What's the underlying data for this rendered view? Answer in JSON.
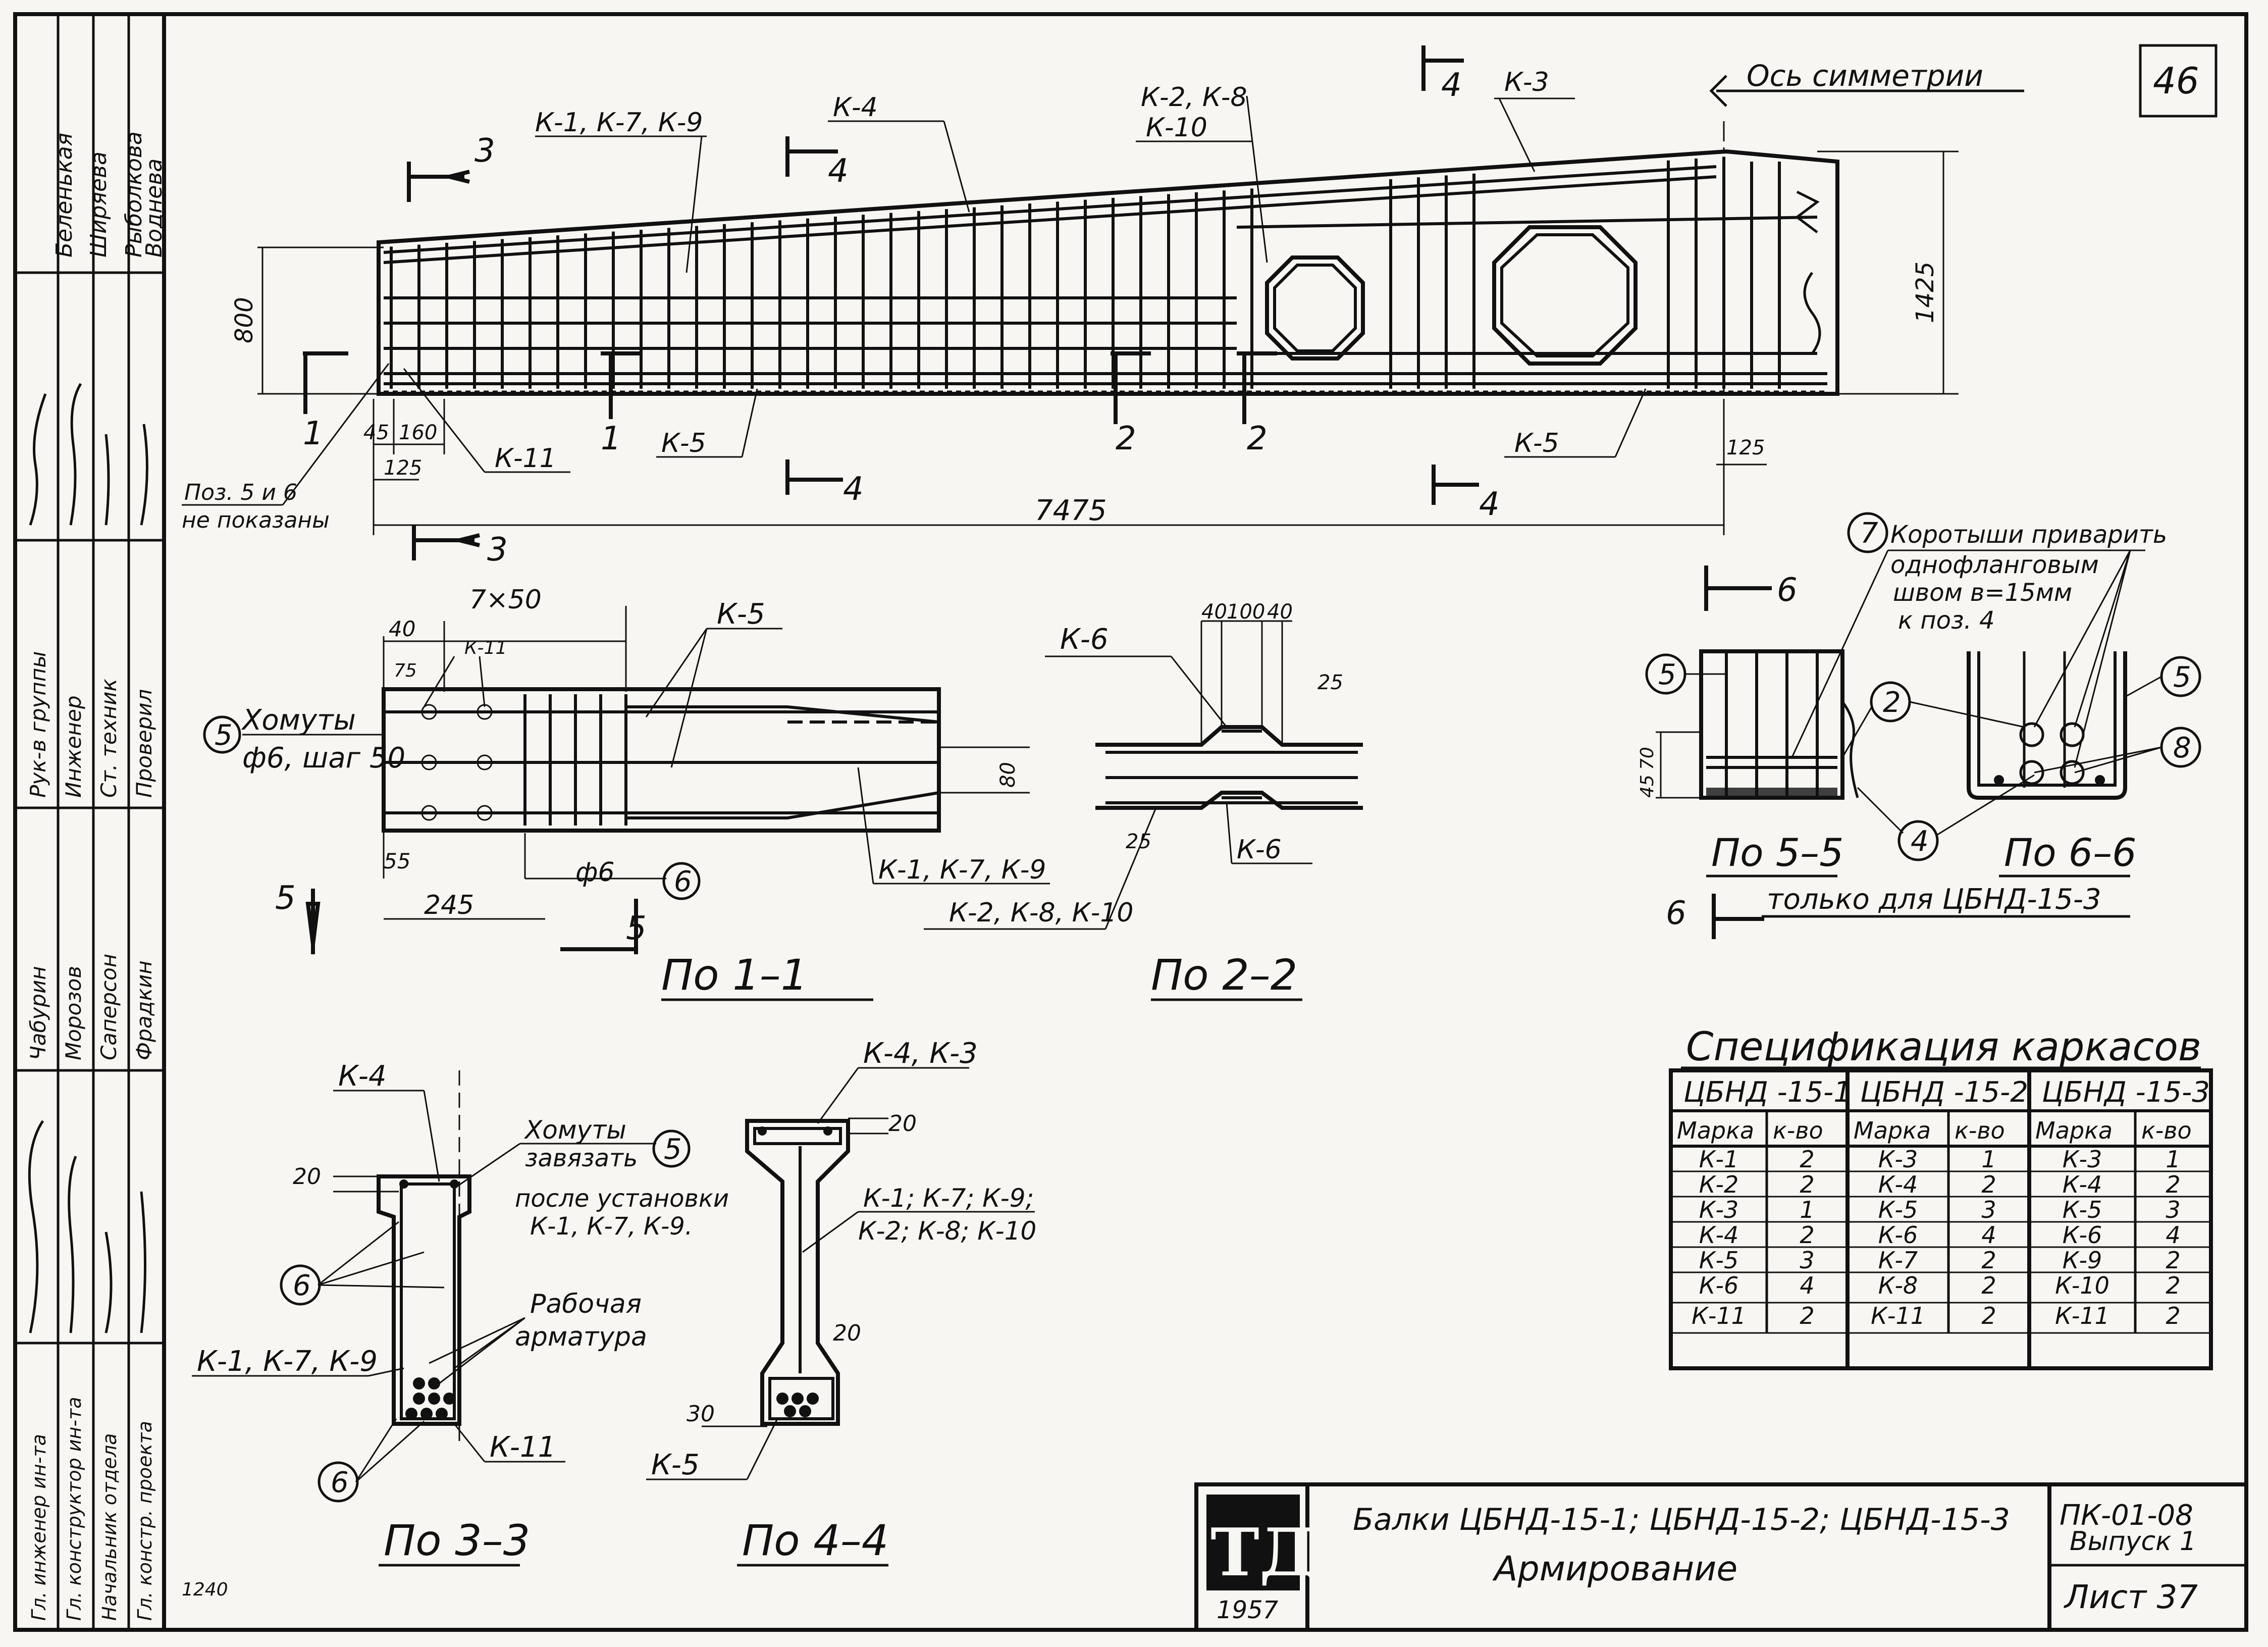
{
  "sheet_number": "46",
  "stamp": {
    "rows": [
      {
        "role": "Гл. инженер ин-та",
        "name": "Беленькая"
      },
      {
        "role": "Гл. конструктор ин-та",
        "name": "Ширяева"
      },
      {
        "role": "Начальник отдела",
        "name": "Рыболкова"
      },
      {
        "role": "Гл. констр. проекта",
        "name": "Воднева"
      }
    ],
    "rows2": [
      {
        "role": "Рук-в группы",
        "name": "Чабурин"
      },
      {
        "role": "Инженер",
        "name": "Морозов"
      },
      {
        "role": "Ст. техник",
        "name": "Саперсон"
      },
      {
        "role": "Проверил",
        "name": "Фрадкин"
      }
    ]
  },
  "elevation": {
    "axis_label": "Ось симметрии",
    "leader_labels": [
      "К-1, К-7, К-9",
      "К-4",
      "К-2, К-8",
      "К-10",
      "К-3",
      "К-11",
      "К-5",
      "К-5"
    ],
    "section_marks": [
      "1",
      "1",
      "2",
      "2",
      "3",
      "3",
      "4",
      "4",
      "4",
      "4"
    ],
    "dims": {
      "h_left": "800",
      "h_right": "1425",
      "d45": "45",
      "d160": "160",
      "d125a": "125",
      "d125b": "125",
      "length": "7475"
    },
    "note": [
      "Поз. 5 и 6",
      "не показаны"
    ]
  },
  "sec11": {
    "title": "По 1–1",
    "label_kh": [
      "Хомуты",
      "ф6, шаг 50"
    ],
    "labels": [
      "К-11",
      "К-5",
      "К-1, К-7, К-9",
      "ф6"
    ],
    "dims": [
      "40",
      "7×50",
      "75",
      "55",
      "245",
      "80"
    ],
    "marks": [
      "5",
      "5"
    ],
    "circles": [
      "5",
      "6"
    ]
  },
  "sec22": {
    "title": "По 2–2",
    "labels": [
      "К-6",
      "К-6",
      "К-2, К-8, К-10"
    ],
    "dims": [
      "40",
      "100",
      "40",
      "25",
      "25"
    ]
  },
  "sec33": {
    "title": "По 3–3",
    "labels": [
      "К-4",
      "К-1, К-7, К-9",
      "К-11"
    ],
    "kh_note": [
      "Хомуты",
      "завязать",
      "после установки",
      "К-1, К-7, К-9."
    ],
    "work": [
      "Рабочая",
      "арматура"
    ],
    "dims": [
      "20"
    ],
    "circles": [
      "5",
      "6",
      "6"
    ]
  },
  "sec44": {
    "title": "По 4–4",
    "labels": [
      "К-4, К-3",
      "К-1; К-7; К-9;",
      "К-2; К-8; К-10",
      "К-5"
    ],
    "dims": [
      "20",
      "20",
      "30"
    ]
  },
  "sec55": {
    "title": "По 5–5",
    "title2": "По 6–6",
    "note": [
      "Коротыши приварить",
      "однофланговым",
      "швом  в=15мм",
      "к поз. 4"
    ],
    "only": "только для ЦБНД-15-3",
    "circles": [
      "7",
      "5",
      "2",
      "4",
      "5",
      "8"
    ],
    "dims": [
      "45",
      "70"
    ],
    "marks": [
      "6",
      "6"
    ]
  },
  "spec": {
    "title": "Спецификация  каркасов",
    "groups": [
      "ЦБНД -15-1",
      "ЦБНД -15-2",
      "ЦБНД -15-3"
    ],
    "subheads": [
      "Марка",
      "к-во",
      "Марка",
      "к-во",
      "Марка",
      "к-во"
    ],
    "rows": [
      [
        "К-1",
        "2",
        "К-3",
        "1",
        "К-3",
        "1"
      ],
      [
        "К-2",
        "2",
        "К-4",
        "2",
        "К-4",
        "2"
      ],
      [
        "К-3",
        "1",
        "К-5",
        "3",
        "К-5",
        "3"
      ],
      [
        "К-4",
        "2",
        "К-6",
        "4",
        "К-6",
        "4"
      ],
      [
        "К-5",
        "3",
        "К-7",
        "2",
        "К-9",
        "2"
      ],
      [
        "К-6",
        "4",
        "К-8",
        "2",
        "К-10",
        "2"
      ],
      [
        "К-11",
        "2",
        "К-11",
        "2",
        "К-11",
        "2"
      ]
    ]
  },
  "title_block": {
    "logo": "ТД",
    "year": "1957",
    "title1": "Балки ЦБНД-15-1; ЦБНД-15-2; ЦБНД-15-3",
    "title2": "Армирование",
    "code": "ПК-01-08",
    "issue": "Выпуск 1",
    "sheet": "Лист 37"
  },
  "corner_num": "1240"
}
